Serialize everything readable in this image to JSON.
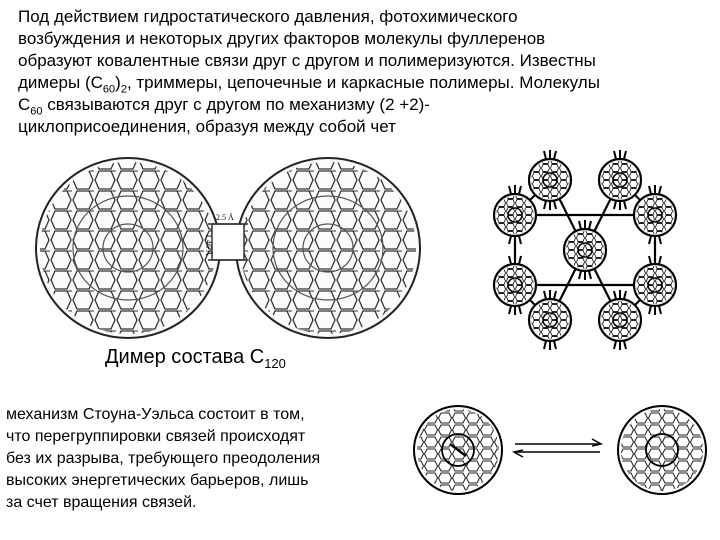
{
  "intro": {
    "line1": "Под действием гидростатического давления, фотохимического",
    "line2": "возбуждения и некоторых других факторов молекулы фуллеренов",
    "line3": "образуют ковалентные связи друг с другом и полимеризуются. Известны",
    "line4_a": "димеры (C",
    "line4_sub1": "60",
    "line4_b": ")",
    "line4_sub2": "2",
    "line4_c": ", триммеры, цепочечные и каркасные полимеры. Молекулы",
    "line5_a": "C",
    "line5_sub": "60",
    "line5_b": " связываются друг с другом по механизму (2 +2)-",
    "line6": "циклоприсоединения, образуя между собой чет"
  },
  "dimer": {
    "bond_label_horizontal": "2.5 Å",
    "bond_label_vertical": "1.46 Å"
  },
  "caption": {
    "text": "Димер состава C",
    "sub": "120"
  },
  "stone_wales": {
    "line1": "механизм Стоуна-Уэльса  состоит в том,",
    "line2": "что перегруппировки связей происходят",
    "line3": "без их разрыва, требующего преодоления",
    "line4": "высоких энергетических барьеров, лишь",
    "line5": "за счет вращения связей."
  }
}
